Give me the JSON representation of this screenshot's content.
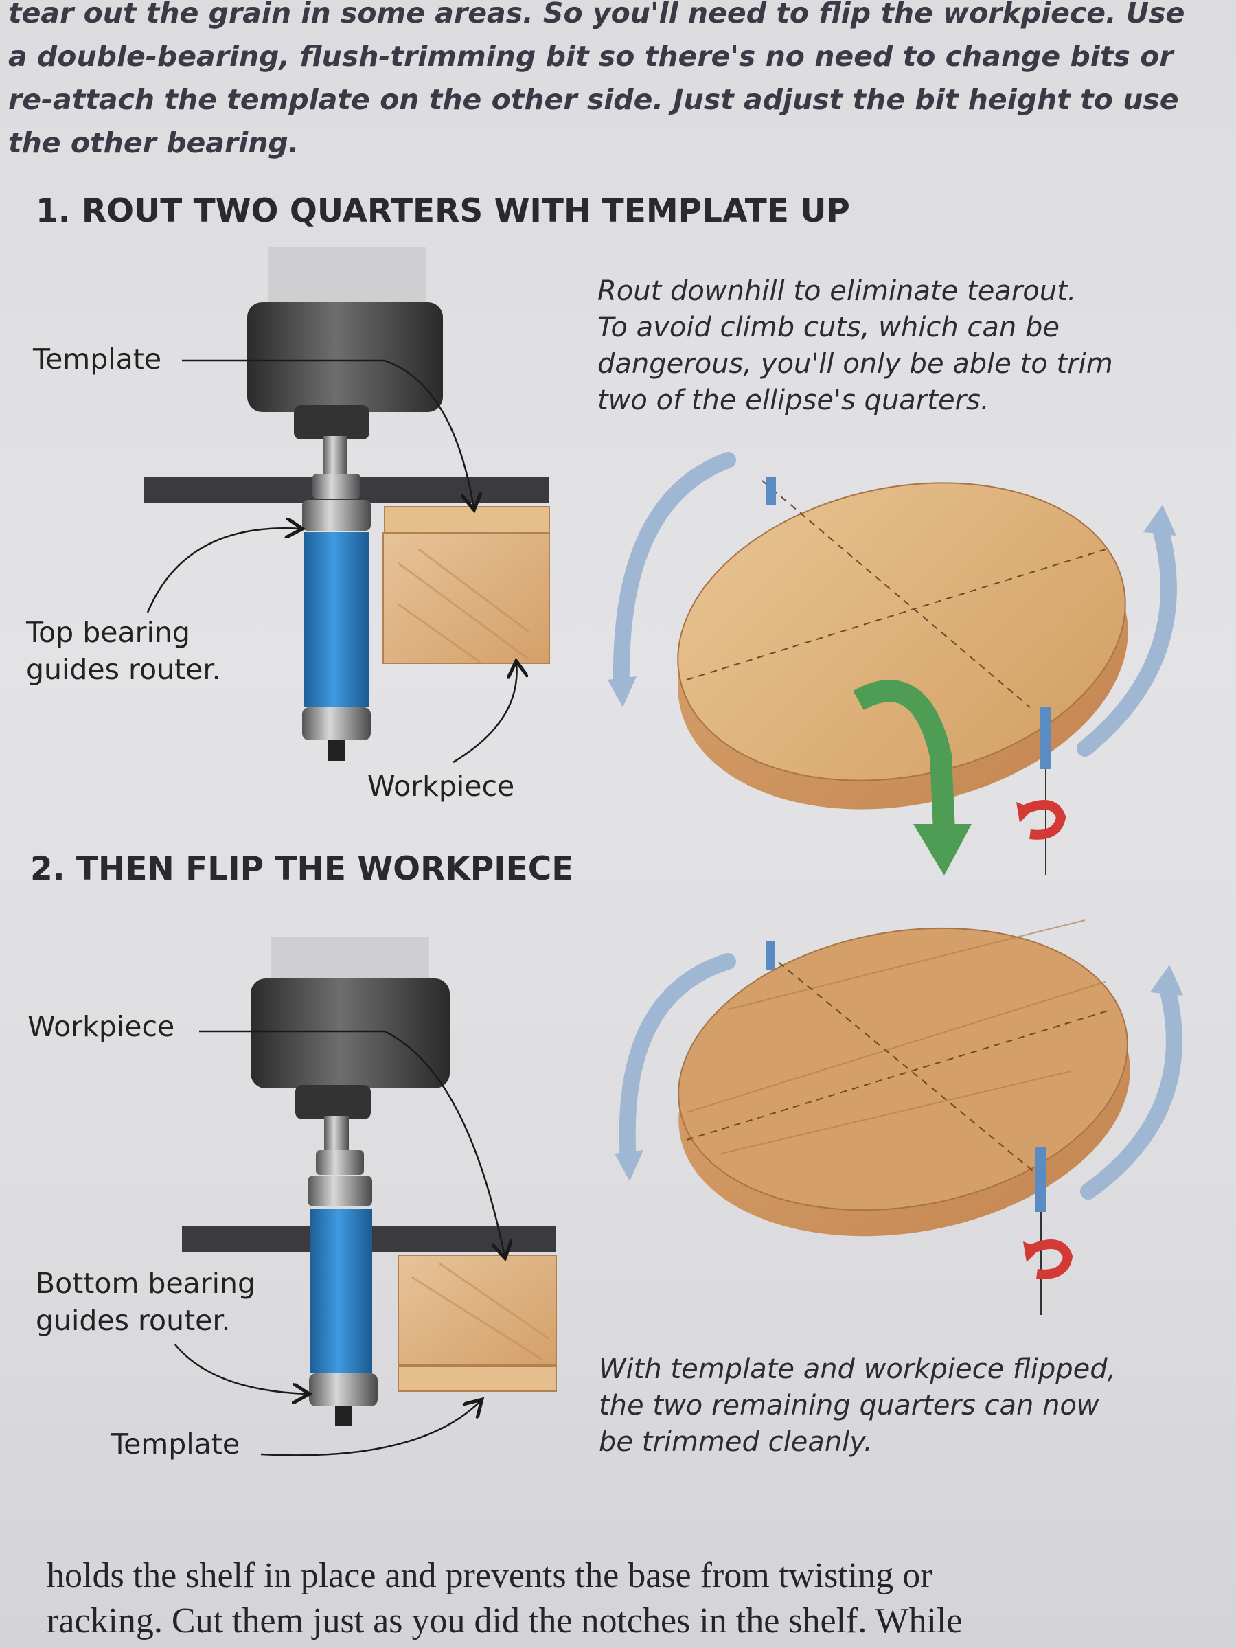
{
  "intro_lines": [
    "tear out the grain in some areas. So you'll need to flip the workpiece. Use",
    "a double-bearing, flush-trimming bit so there's no need to change bits or",
    "re-attach the template on the other side. Just adjust the bit height to use",
    "the other bearing."
  ],
  "step1": {
    "heading": "1. ROUT TWO QUARTERS WITH TEMPLATE UP",
    "label_template": "Template",
    "label_bearing": [
      "Top bearing",
      "guides router."
    ],
    "label_workpiece": "Workpiece",
    "caption": [
      "Rout downhill to eliminate tearout.",
      "To avoid climb cuts, which can be",
      "dangerous, you'll only be able to trim",
      "two of the ellipse's quarters."
    ]
  },
  "step2": {
    "heading": "2. THEN FLIP THE WORKPIECE",
    "label_workpiece": "Workpiece",
    "label_bearing": [
      "Bottom bearing",
      "guides router."
    ],
    "label_template": "Template",
    "caption": [
      "With template and workpiece flipped,",
      "the two remaining quarters can now",
      "be trimmed cleanly."
    ]
  },
  "body_lines": [
    "holds the shelf in place and prevents the base from twisting or",
    "racking. Cut them just as you did the notches in the shelf. While"
  ],
  "colors": {
    "bit_blue": "#2f86c9",
    "wood": "#dcae79",
    "arrow_blue": "#9fb7d3",
    "arrow_green": "#4f9d55",
    "arrow_red": "#d33a35"
  }
}
